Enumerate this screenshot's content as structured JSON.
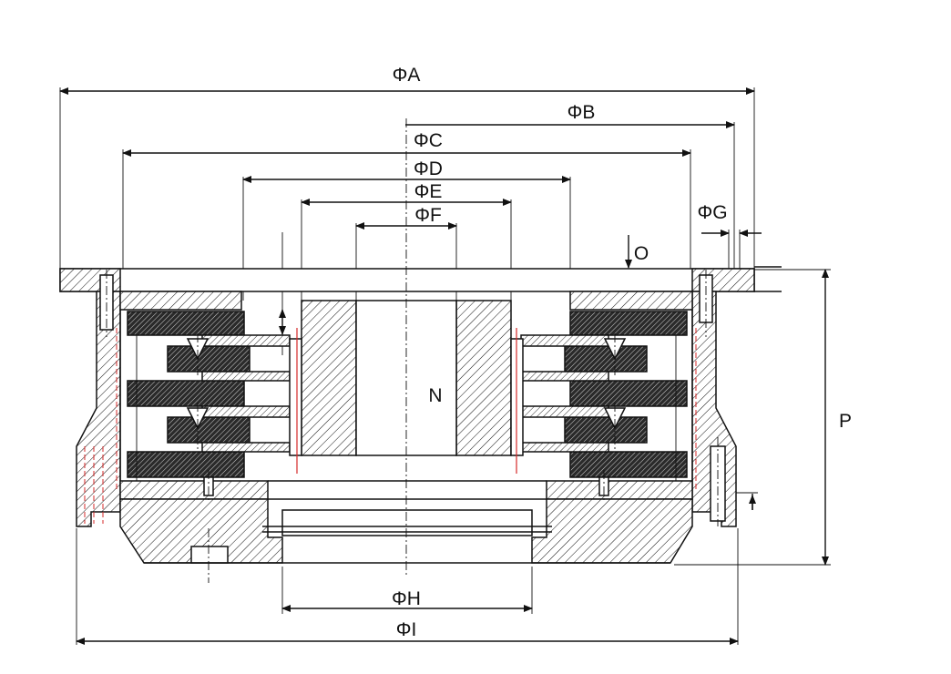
{
  "diagram": {
    "dimension_labels": {
      "A": "ΦA",
      "B": "ΦB",
      "C": "ΦC",
      "D": "ΦD",
      "E": "ΦE",
      "F": "ΦF",
      "G": "ΦG",
      "H": "ΦH",
      "I": "ΦI",
      "N": "N",
      "O": "O",
      "P": "P"
    },
    "colors": {
      "line": "#111111",
      "marker": "#d62828",
      "background": "#ffffff"
    }
  }
}
